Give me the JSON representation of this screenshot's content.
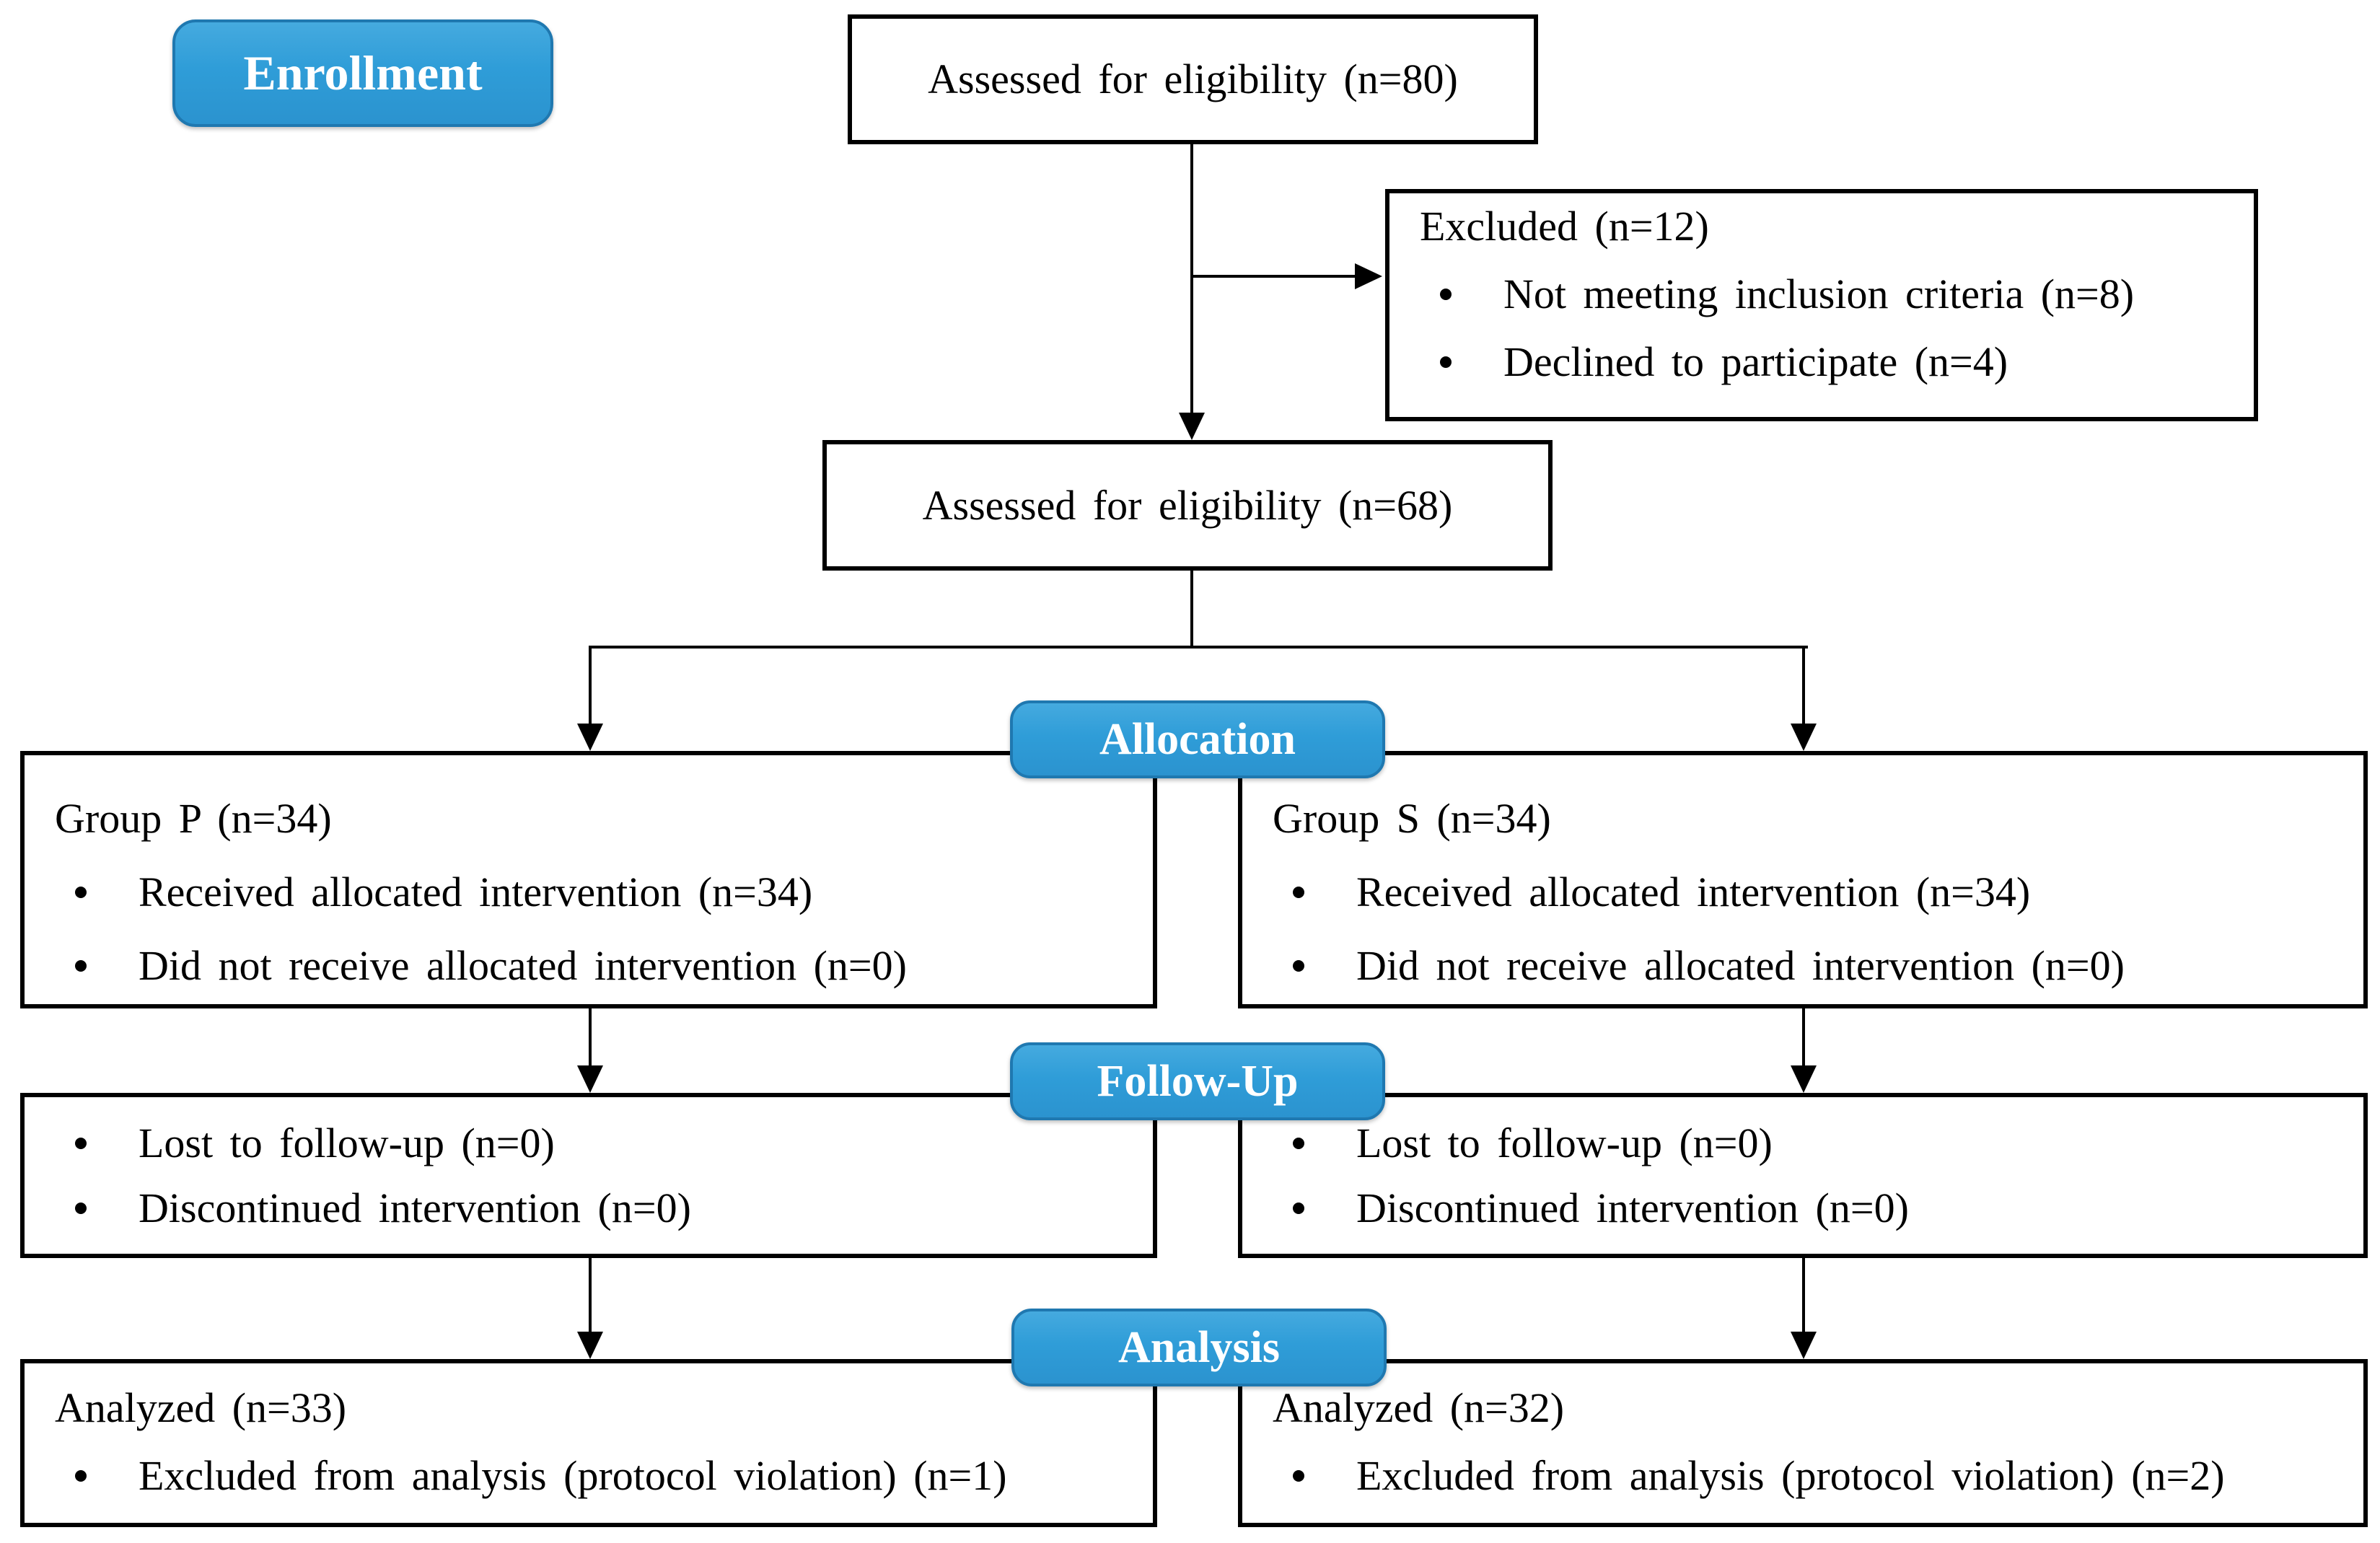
{
  "colors": {
    "badge_blue": "#2E9BD6",
    "badge_border": "#1F78B0",
    "line_black": "#000000",
    "badge_text": "#FFFFFF",
    "box_background": "#FFFFFF"
  },
  "stages": {
    "enrollment": "Enrollment",
    "allocation": "Allocation",
    "follow_up": "Follow-Up",
    "analysis": "Analysis"
  },
  "boxes": {
    "assessed_eligibility_80": "Assessed for eligibility (n=80)",
    "excluded": {
      "title": "Excluded (n=12)",
      "bullets": [
        "Not meeting inclusion criteria (n=8)",
        "Declined to participate (n=4)"
      ]
    },
    "assessed_eligibility_68": "Assessed for eligibility (n=68)",
    "group_p": {
      "title": "Group P (n=34)",
      "bullets": [
        "Received allocated intervention (n=34)",
        "Did not receive allocated intervention (n=0)"
      ]
    },
    "group_s": {
      "title": "Group S (n=34)",
      "bullets": [
        "Received allocated intervention (n=34)",
        "Did not receive allocated intervention (n=0)"
      ]
    },
    "follow_up_left": {
      "bullets": [
        "Lost to follow-up (n=0)",
        "Discontinued intervention (n=0)"
      ]
    },
    "follow_up_right": {
      "bullets": [
        "Lost to follow-up (n=0)",
        "Discontinued intervention (n=0)"
      ]
    },
    "analysis_left": {
      "title": "Analyzed (n=33)",
      "bullets": [
        "Excluded from analysis (protocol violation) (n=1)"
      ]
    },
    "analysis_right": {
      "title": "Analyzed (n=32)",
      "bullets": [
        "Excluded from analysis (protocol violation) (n=2)"
      ]
    }
  }
}
